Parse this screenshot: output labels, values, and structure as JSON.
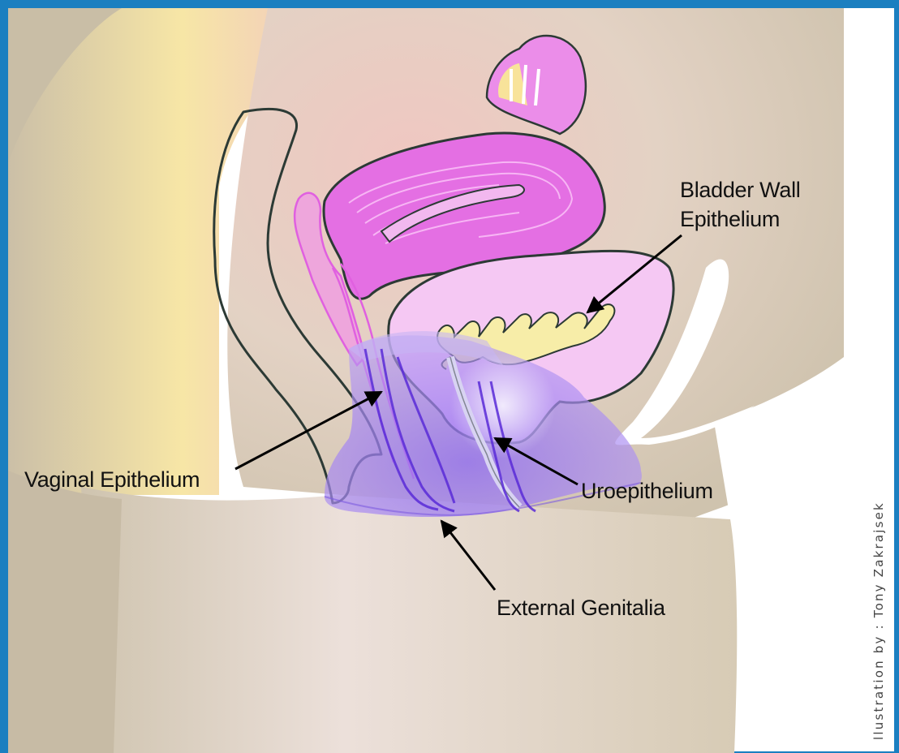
{
  "labels": {
    "bladder_line1": "Bladder Wall",
    "bladder_line2": "Epithelium",
    "vaginal": "Vaginal Epithelium",
    "uro": "Uroepithelium",
    "external": "External Genitalia"
  },
  "credit": "llustration by : Tony Zakrajsek",
  "colors": {
    "frame": "#1b7fc0",
    "background": "#ffffff",
    "skin": "#d8cdbd",
    "uterus": "#e870e6",
    "bladder": "#f3c6f1",
    "bladder_epithelium": "#f7eda8",
    "vaginal_region": "#a98cf0",
    "vessels": "#5a2bd8"
  }
}
